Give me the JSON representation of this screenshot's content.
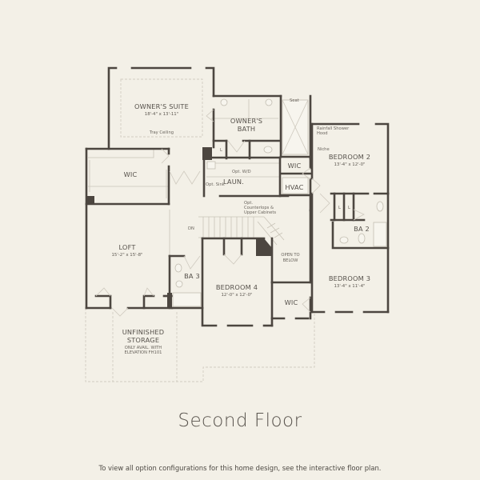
{
  "floor_title": "Second Floor",
  "footnote": "To view all option configurations for this home design, see the interactive floor plan.",
  "rooms": {
    "owners_suite": {
      "name": "OWNER'S SUITE",
      "dims": "18'-4\" x 13'-11\"",
      "note": "Tray Ceiling"
    },
    "owners_bath": {
      "name_line1": "OWNER'S",
      "name_line2": "BATH",
      "seat": "Seat",
      "l": "L"
    },
    "wic_owner": {
      "name": "WIC"
    },
    "wic_loft": {
      "name": "WIC"
    },
    "wic_bedroom3": {
      "name": "WIC"
    },
    "laundry": {
      "name": "LAUN.",
      "opt_wd": "Opt. W/D",
      "opt_sink": "Opt. Sink"
    },
    "hvac": {
      "name": "HVAC"
    },
    "counter_note": {
      "line1": "Opt.",
      "line2": "Counterlops &",
      "line3": "Upper Cabinets"
    },
    "bedroom2": {
      "name": "BEDROOM 2",
      "dims": "13'-4\" x 12'-0\"",
      "shower_note_1": "Rainfall Shower",
      "shower_note_2": "Hood",
      "niche": "Niche"
    },
    "ba2": {
      "name": "BA 2",
      "l1": "L",
      "l2": "L"
    },
    "bedroom3": {
      "name": "BEDROOM 3",
      "dims": "13'-4\" x 11'-4\""
    },
    "loft": {
      "name": "LOFT",
      "dims": "15'-2\" x 15'-8\""
    },
    "ba3": {
      "name": "BA 3"
    },
    "stairs": {
      "label": "DN"
    },
    "open_to_below": {
      "line1": "OPEN TO",
      "line2": "BELOW"
    },
    "bedroom4": {
      "name": "BEDROOM 4",
      "dims": "12'-0\" x 12'-0\""
    },
    "storage": {
      "line1": "UNFINISHED",
      "line2": "STORAGE",
      "line3": "ONLY AVAIL. WITH",
      "line4": "ELEVATION FH101"
    }
  }
}
